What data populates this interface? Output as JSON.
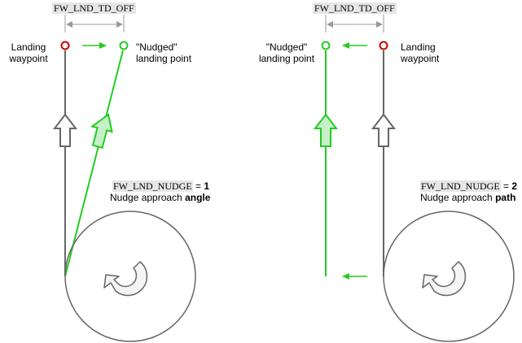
{
  "colors": {
    "gray": "#666666",
    "light_gray": "#999999",
    "green": "#22cc22",
    "red": "#cc0000",
    "arrow_fill_gray": "#ffffff",
    "arrow_fill_green": "#c8f0c8",
    "chip_bg": "#e6e6e6"
  },
  "left_panel": {
    "offset_label": "FW_LND_TD_OFF",
    "landing_waypoint_label": [
      "Landing",
      "waypoint"
    ],
    "nudged_point_label": [
      "\"Nudged\"",
      "landing point"
    ],
    "param_name": "FW_LND_NUDGE",
    "param_value": "1",
    "caption_prefix": "Nudge approach",
    "caption_mode": "angle",
    "loiter_icon": "rotate-arrow-icon"
  },
  "right_panel": {
    "offset_label": "FW_LND_TD_OFF",
    "landing_waypoint_label": [
      "Landing",
      "waypoint"
    ],
    "nudged_point_label": [
      "\"Nudged\"",
      "landing point"
    ],
    "param_name": "FW_LND_NUDGE",
    "param_value": "2",
    "caption_prefix": "Nudge approach",
    "caption_mode": "path",
    "loiter_icon": "rotate-arrow-icon"
  }
}
